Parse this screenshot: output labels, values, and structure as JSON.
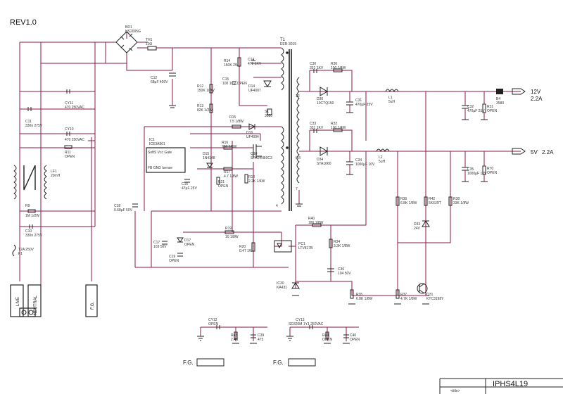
{
  "revision": "REV1.0",
  "title_block": {
    "model": "IPHS4L19",
    "sheet": "<title>"
  },
  "terminals": {
    "live": "LIVE",
    "neutral": "NEUTRAL",
    "fg": "F.G."
  },
  "outputs": [
    {
      "voltage": "12V",
      "current": "2.2A"
    },
    {
      "voltage": "5V",
      "current": "2.2A"
    }
  ],
  "bottom_labels": {
    "fg_left": "F.G.",
    "fg_right": "F.G."
  },
  "components": [
    {
      "ref": "BD1",
      "val": "HS2005G"
    },
    {
      "ref": "TH1",
      "val": "10Ω"
    },
    {
      "ref": "C12",
      "val": "68µF 400V"
    },
    {
      "ref": "C11",
      "val": "330n 275V"
    },
    {
      "ref": "CY11",
      "val": "470 250VAC"
    },
    {
      "ref": "CY10",
      "val": "470 250VAC"
    },
    {
      "ref": "R11",
      "val": "OPEN"
    },
    {
      "ref": "LF1",
      "val": "20mH"
    },
    {
      "ref": "R9",
      "val": "1M 1/2W"
    },
    {
      "ref": "C10",
      "val": "330n 275V"
    },
    {
      "ref": "F1",
      "val": "T2A 250V"
    },
    {
      "ref": "R14",
      "val": "150K 2W"
    },
    {
      "ref": "C14",
      "val": "472 1KV"
    },
    {
      "ref": "D14",
      "val": "UF4007"
    },
    {
      "ref": "C15",
      "val": "100 1KV OPEN"
    },
    {
      "ref": "R12",
      "val": "150K 1/2W"
    },
    {
      "ref": "R13",
      "val": "82K 1/2W"
    },
    {
      "ref": "R15",
      "val": "7.5 1/8W"
    },
    {
      "ref": "D16",
      "val": "UF4004"
    },
    {
      "ref": "S1",
      "val": "3580"
    },
    {
      "ref": "T1",
      "val": "EER-3019"
    },
    {
      "ref": "IC1",
      "val": "ICE3A501"
    },
    {
      "ref": "R16",
      "val": "200 1/8W"
    },
    {
      "ref": "Q10",
      "val": "SPA04N60C3"
    },
    {
      "ref": "D15",
      "val": "1N4148"
    },
    {
      "ref": "R17",
      "val": "4.7 1/8W"
    },
    {
      "ref": "R21",
      "val": "OPEN"
    },
    {
      "ref": "R18",
      "val": "2.2K 1/4W"
    },
    {
      "ref": "C16",
      "val": "47µF 25V"
    },
    {
      "ref": "C18",
      "val": "0.68µF 50V"
    },
    {
      "ref": "C17",
      "val": "103 50V"
    },
    {
      "ref": "D17",
      "val": "OPEN"
    },
    {
      "ref": "C19",
      "val": "OPEN"
    },
    {
      "ref": "R19",
      "val": "10 1/8W"
    },
    {
      "ref": "R20",
      "val": "0.47 1W"
    },
    {
      "ref": "C30",
      "val": "331 1KV"
    },
    {
      "ref": "R30",
      "val": "100 1/4W"
    },
    {
      "ref": "D30",
      "val": "10CTQ150"
    },
    {
      "ref": "C31",
      "val": "470µF 25V"
    },
    {
      "ref": "L1",
      "val": "5uH"
    },
    {
      "ref": "B4",
      "val": "3580"
    },
    {
      "ref": "C32",
      "val": "470µF 25V"
    },
    {
      "ref": "R31",
      "val": "OPEN"
    },
    {
      "ref": "C33",
      "val": "331 1KV"
    },
    {
      "ref": "R32",
      "val": "100 1/4W"
    },
    {
      "ref": "D34",
      "val": "STA1660"
    },
    {
      "ref": "C34",
      "val": "1000µF 10V"
    },
    {
      "ref": "L2",
      "val": "5uH"
    },
    {
      "ref": "C35",
      "val": "1000µF 10V"
    },
    {
      "ref": "R70",
      "val": "OPEN"
    },
    {
      "ref": "R40",
      "val": "180 1/8W"
    },
    {
      "ref": "R34",
      "val": "3.3K 1/8W"
    },
    {
      "ref": "PC1",
      "val": "LTV817B"
    },
    {
      "ref": "C36",
      "val": "104 50V"
    },
    {
      "ref": "IC30",
      "val": "KA431"
    },
    {
      "ref": "R35",
      "val": "6.8K 1/8W"
    },
    {
      "ref": "R36",
      "val": "6.8K 1/8W"
    },
    {
      "ref": "R42",
      "val": "5K6JRT"
    },
    {
      "ref": "R38",
      "val": "33K 1/8W"
    },
    {
      "ref": "D33",
      "val": "24V"
    },
    {
      "ref": "R37",
      "val": "4.7K 1/8W"
    },
    {
      "ref": "Q31",
      "val": "KTC3198Y"
    },
    {
      "ref": "CY12",
      "val": "OPEN"
    },
    {
      "ref": "R43",
      "val": "2.4K"
    },
    {
      "ref": "C39",
      "val": "473"
    },
    {
      "ref": "CY13",
      "val": "SD320M 1Y1 250VAC"
    },
    {
      "ref": "R44",
      "val": "OPEN"
    },
    {
      "ref": "C40",
      "val": "OPEN"
    }
  ]
}
